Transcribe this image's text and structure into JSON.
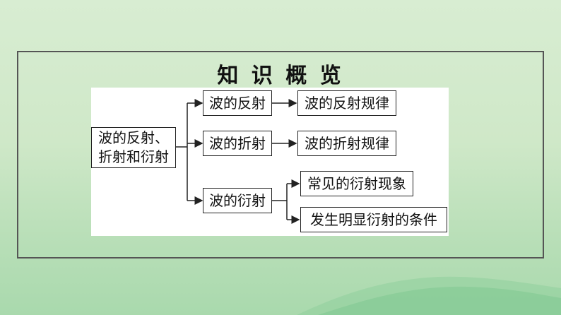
{
  "title": "知 识 概 览",
  "root": {
    "line1": "波的反射、",
    "line2": "折射和衍射"
  },
  "branches": {
    "reflection": {
      "label": "波的反射",
      "child": "波的反射规律"
    },
    "refraction": {
      "label": "波的折射",
      "child": "波的折射规律"
    },
    "diffraction": {
      "label": "波的衍射",
      "children": [
        "常见的衍射现象",
        "发生明显衍射的条件"
      ]
    }
  }
}
